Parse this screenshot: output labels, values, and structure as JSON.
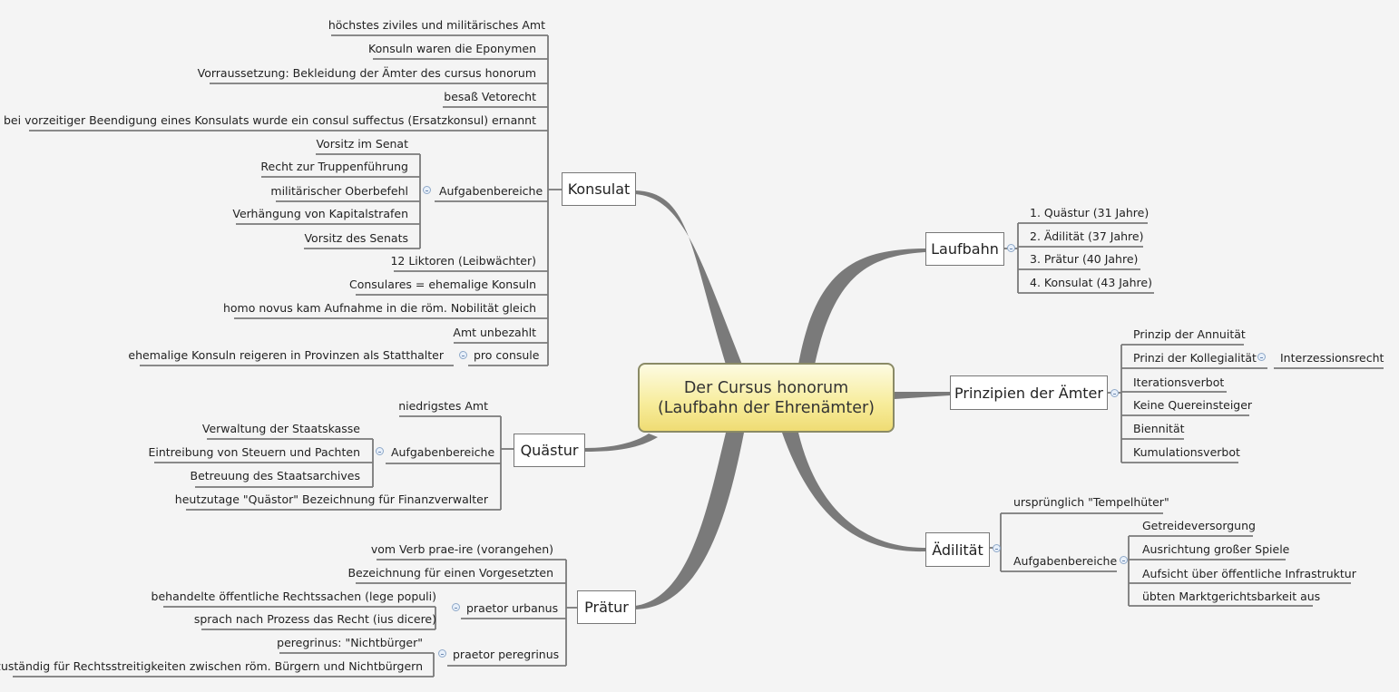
{
  "central": {
    "line1": "Der Cursus honorum",
    "line2": "(Laufbahn der Ehrenämter)"
  },
  "konsulat": {
    "title": "Konsulat",
    "items": {
      "i1": "höchstes ziviles und militärisches Amt",
      "i2": "Konsuln waren die Eponymen",
      "i3": "Vorraussetzung: Bekleidung der Ämter des cursus honorum",
      "i4": "besaß Vetorecht",
      "i5": "bei vorzeitiger Beendigung eines Konsulats wurde ein consul suffectus (Ersatzkonsul) ernannt",
      "aufgaben": "Aufgabenbereiche",
      "a1": "Vorsitz im Senat",
      "a2": "Recht zur Truppenführung",
      "a3": "militärischer Oberbefehl",
      "a4": "Verhängung von Kapitalstrafen",
      "a5": "Vorsitz des Senats",
      "i6": "12 Liktoren (Leibwächter)",
      "i7": "Consulares = ehemalige Konsuln",
      "i8": "homo novus kam Aufnahme in die röm. Nobilität gleich",
      "i9": "Amt unbezahlt",
      "proconsule": "pro consule",
      "proconsule_child": "ehemalige Konsuln reigeren in Provinzen als Statthalter"
    }
  },
  "quaestur": {
    "title": "Quästur",
    "items": {
      "i1": "niedrigstes Amt",
      "aufgaben": "Aufgabenbereiche",
      "a1": "Verwaltung der Staatskasse",
      "a2": "Eintreibung von Steuern und Pachten",
      "a3": "Betreuung des Staatsarchives",
      "i2": "heutzutage \"Quästor\" Bezeichnung für Finanzverwalter"
    }
  },
  "praetur": {
    "title": "Prätur",
    "items": {
      "i1": "vom Verb prae-ire (vorangehen)",
      "i2": "Bezeichnung für einen Vorgesetzten",
      "urbanus": "praetor urbanus",
      "u1": "behandelte öffentliche Rechtssachen (lege populi)",
      "u2": "sprach nach Prozess das Recht (ius dicere)",
      "peregrinus": "praetor peregrinus",
      "p1": "peregrinus: \"Nichtbürger\"",
      "p2": "zuständig für Rechtsstreitigkeiten zwischen röm. Bürgern und Nichtbürgern"
    }
  },
  "laufbahn": {
    "title": "Laufbahn",
    "items": {
      "i1": "1. Quästur (31 Jahre)",
      "i2": "2. Ädilität (37 Jahre)",
      "i3": "3. Prätur (40 Jahre)",
      "i4": "4. Konsulat (43 Jahre)"
    }
  },
  "prinzipien": {
    "title": "Prinzipien der Ämter",
    "items": {
      "i1": "Prinzip der Annuität",
      "i2": "Prinzi der Kollegialität",
      "i2child": "Interzessionsrecht",
      "i3": "Iterationsverbot",
      "i4": "Keine Quereinsteiger",
      "i5": "Biennität",
      "i6": "Kumulationsverbot"
    }
  },
  "aedilitaet": {
    "title": "Ädilität",
    "items": {
      "i1": "ursprünglich \"Tempelhüter\"",
      "aufgaben": "Aufgabenbereiche",
      "a1": "Getreideversorgung",
      "a2": "Ausrichtung großer Spiele",
      "a3": "Aufsicht über öffentliche Infrastruktur",
      "a4": "übten Marktgerichtsbarkeit aus"
    }
  },
  "colors": {
    "line": "#7a7a7a",
    "central_fill": "#f7ec9a",
    "toggle": "#8fa9c9"
  }
}
